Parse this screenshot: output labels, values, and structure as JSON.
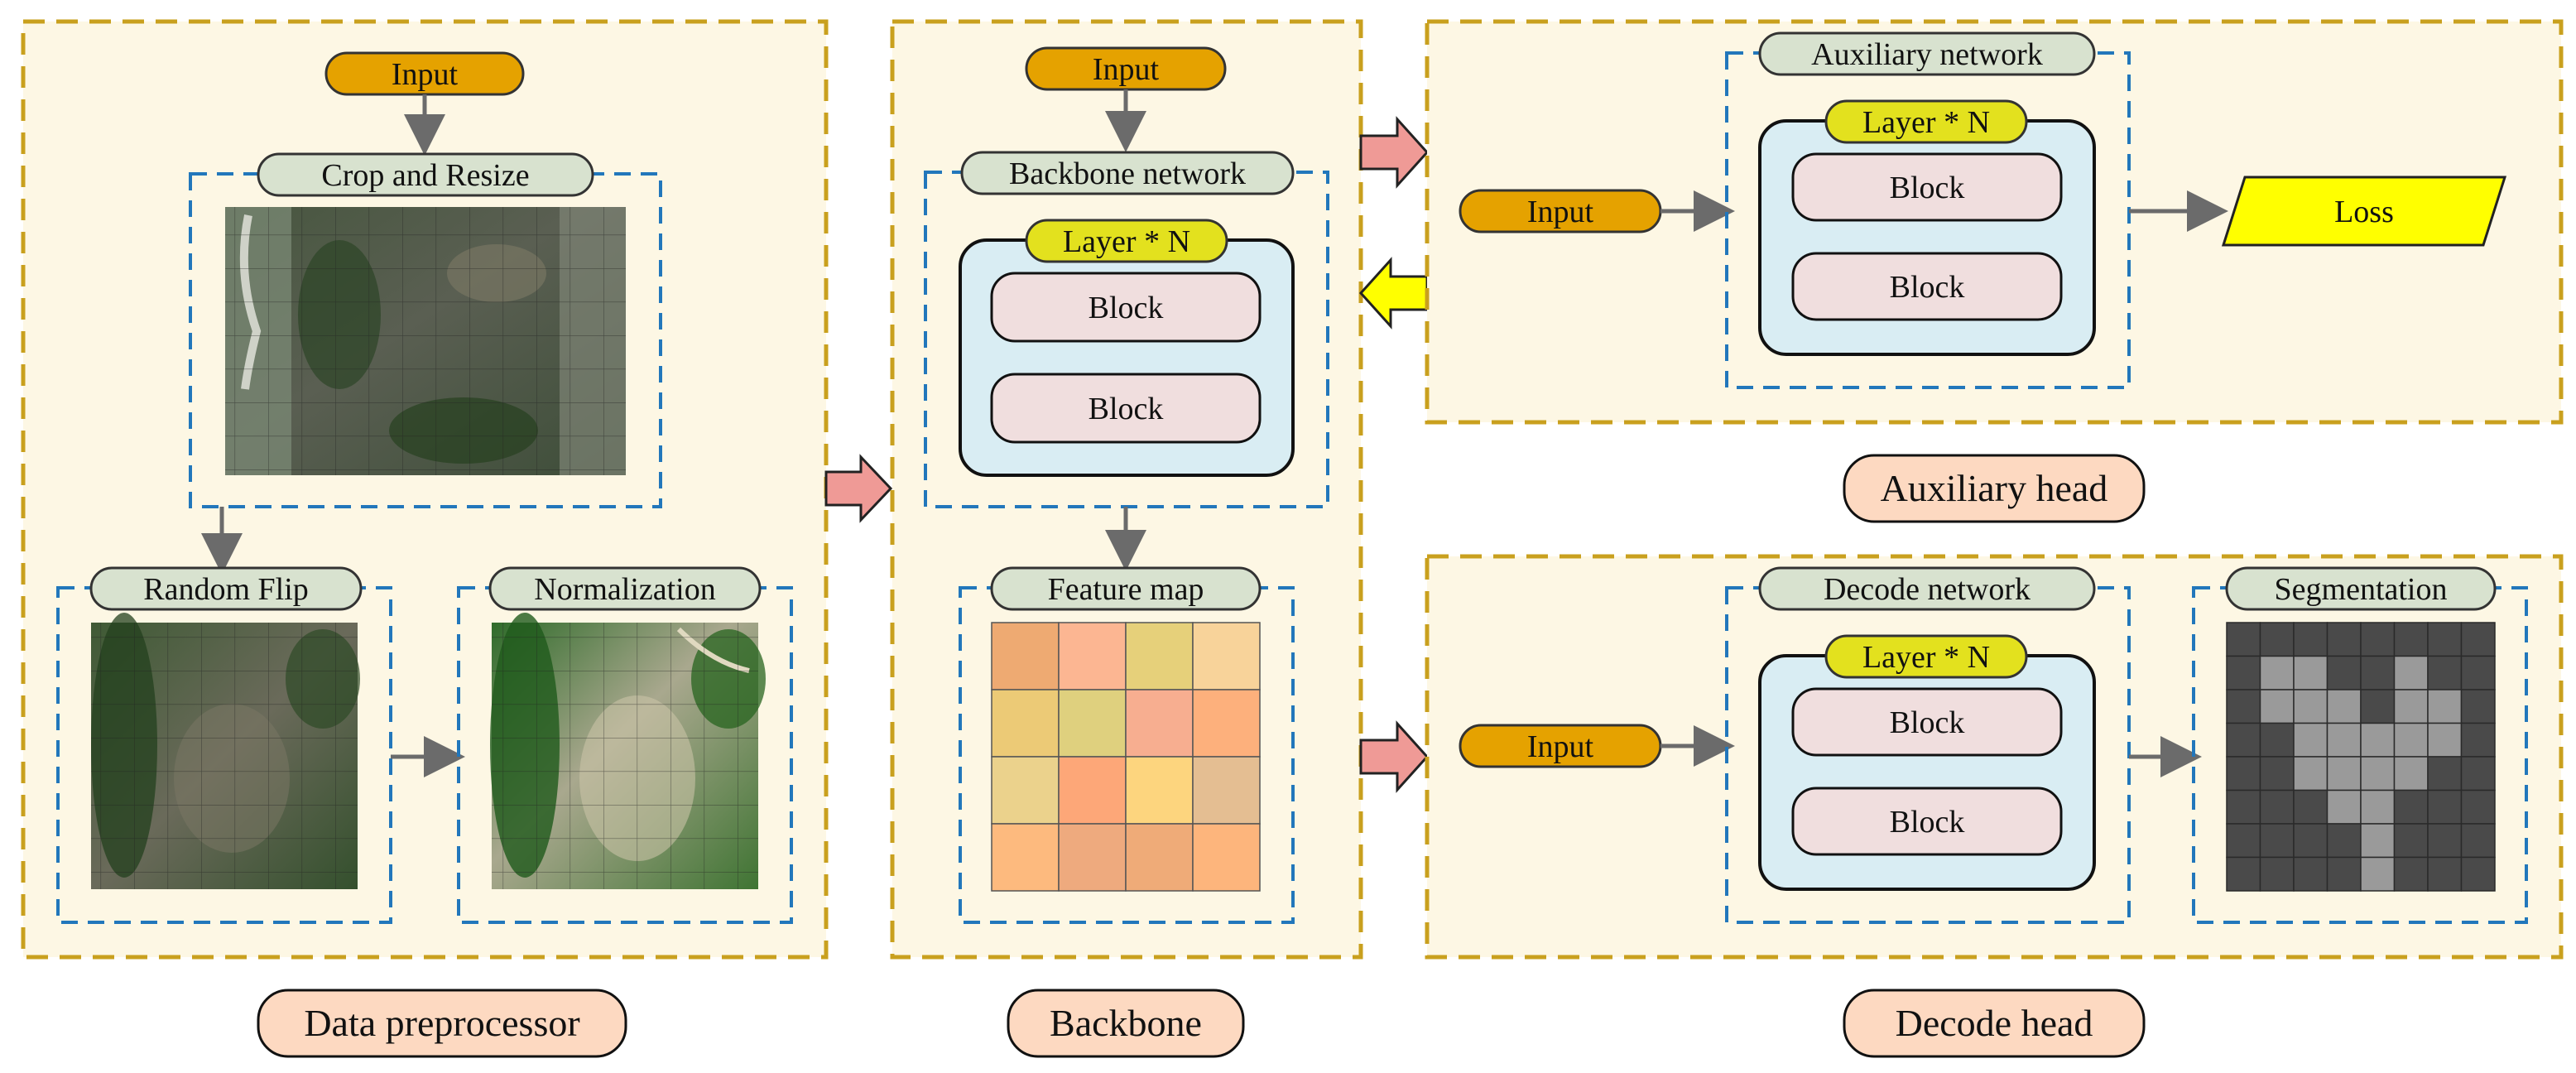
{
  "colors": {
    "panel_fill": "#fdf7e4",
    "panel_border": "#c9a01e",
    "inner_border": "#2277bb",
    "label_pill_fill": "#d8e2cf",
    "input_pill_fill": "#e5a200",
    "layer_pill_fill": "#e3e11e",
    "block_fill": "#f0dede",
    "layer_box_fill": "#d9edf3",
    "loss_fill": "#ffff00",
    "section_label_fill": "#fdd9c1",
    "arrow_gray": "#6b6b6b",
    "arrow_salmon": "#ef9a96",
    "arrow_yellow": "#ffff00"
  },
  "data_preprocessor": {
    "title": "Data preprocessor",
    "input": "Input",
    "crop_label": "Crop and Resize",
    "flip_label": "Random Flip",
    "norm_label": "Normalization"
  },
  "backbone": {
    "title": "Backbone",
    "input": "Input",
    "network_label": "Backbone network",
    "layer_label": "Layer * N",
    "block_1": "Block",
    "block_2": "Block",
    "feature_label": "Feature map",
    "feature_colors": [
      [
        "#eeaa72",
        "#fcb692",
        "#e6d07a",
        "#f8d39a"
      ],
      [
        "#ecca76",
        "#dfd07e",
        "#f7ae90",
        "#fdb07c"
      ],
      [
        "#ebd28c",
        "#fda778",
        "#fdd57e",
        "#e4be92"
      ],
      [
        "#fdba7e",
        "#eeaa7e",
        "#efab78",
        "#fdb57c"
      ]
    ]
  },
  "auxiliary_head": {
    "title": "Auxiliary head",
    "input": "Input",
    "network_label": "Auxiliary network",
    "layer_label": "Layer * N",
    "block_1": "Block",
    "block_2": "Block",
    "loss": "Loss"
  },
  "decode_head": {
    "title": "Decode head",
    "input": "Input",
    "network_label": "Decode network",
    "layer_label": "Layer * N",
    "block_1": "Block",
    "block_2": "Block",
    "segmentation_label": "Segmentation",
    "segmentation_mask": [
      [
        0,
        0,
        0,
        0,
        0,
        0,
        0,
        0
      ],
      [
        0,
        1,
        1,
        0,
        0,
        1,
        0,
        0
      ],
      [
        0,
        1,
        1,
        1,
        0,
        1,
        1,
        0
      ],
      [
        0,
        0,
        1,
        1,
        1,
        1,
        1,
        0
      ],
      [
        0,
        0,
        1,
        1,
        1,
        1,
        0,
        0
      ],
      [
        0,
        0,
        0,
        1,
        1,
        0,
        0,
        0
      ],
      [
        0,
        0,
        0,
        0,
        1,
        0,
        0,
        0
      ],
      [
        0,
        0,
        0,
        0,
        1,
        0,
        0,
        0
      ]
    ]
  }
}
